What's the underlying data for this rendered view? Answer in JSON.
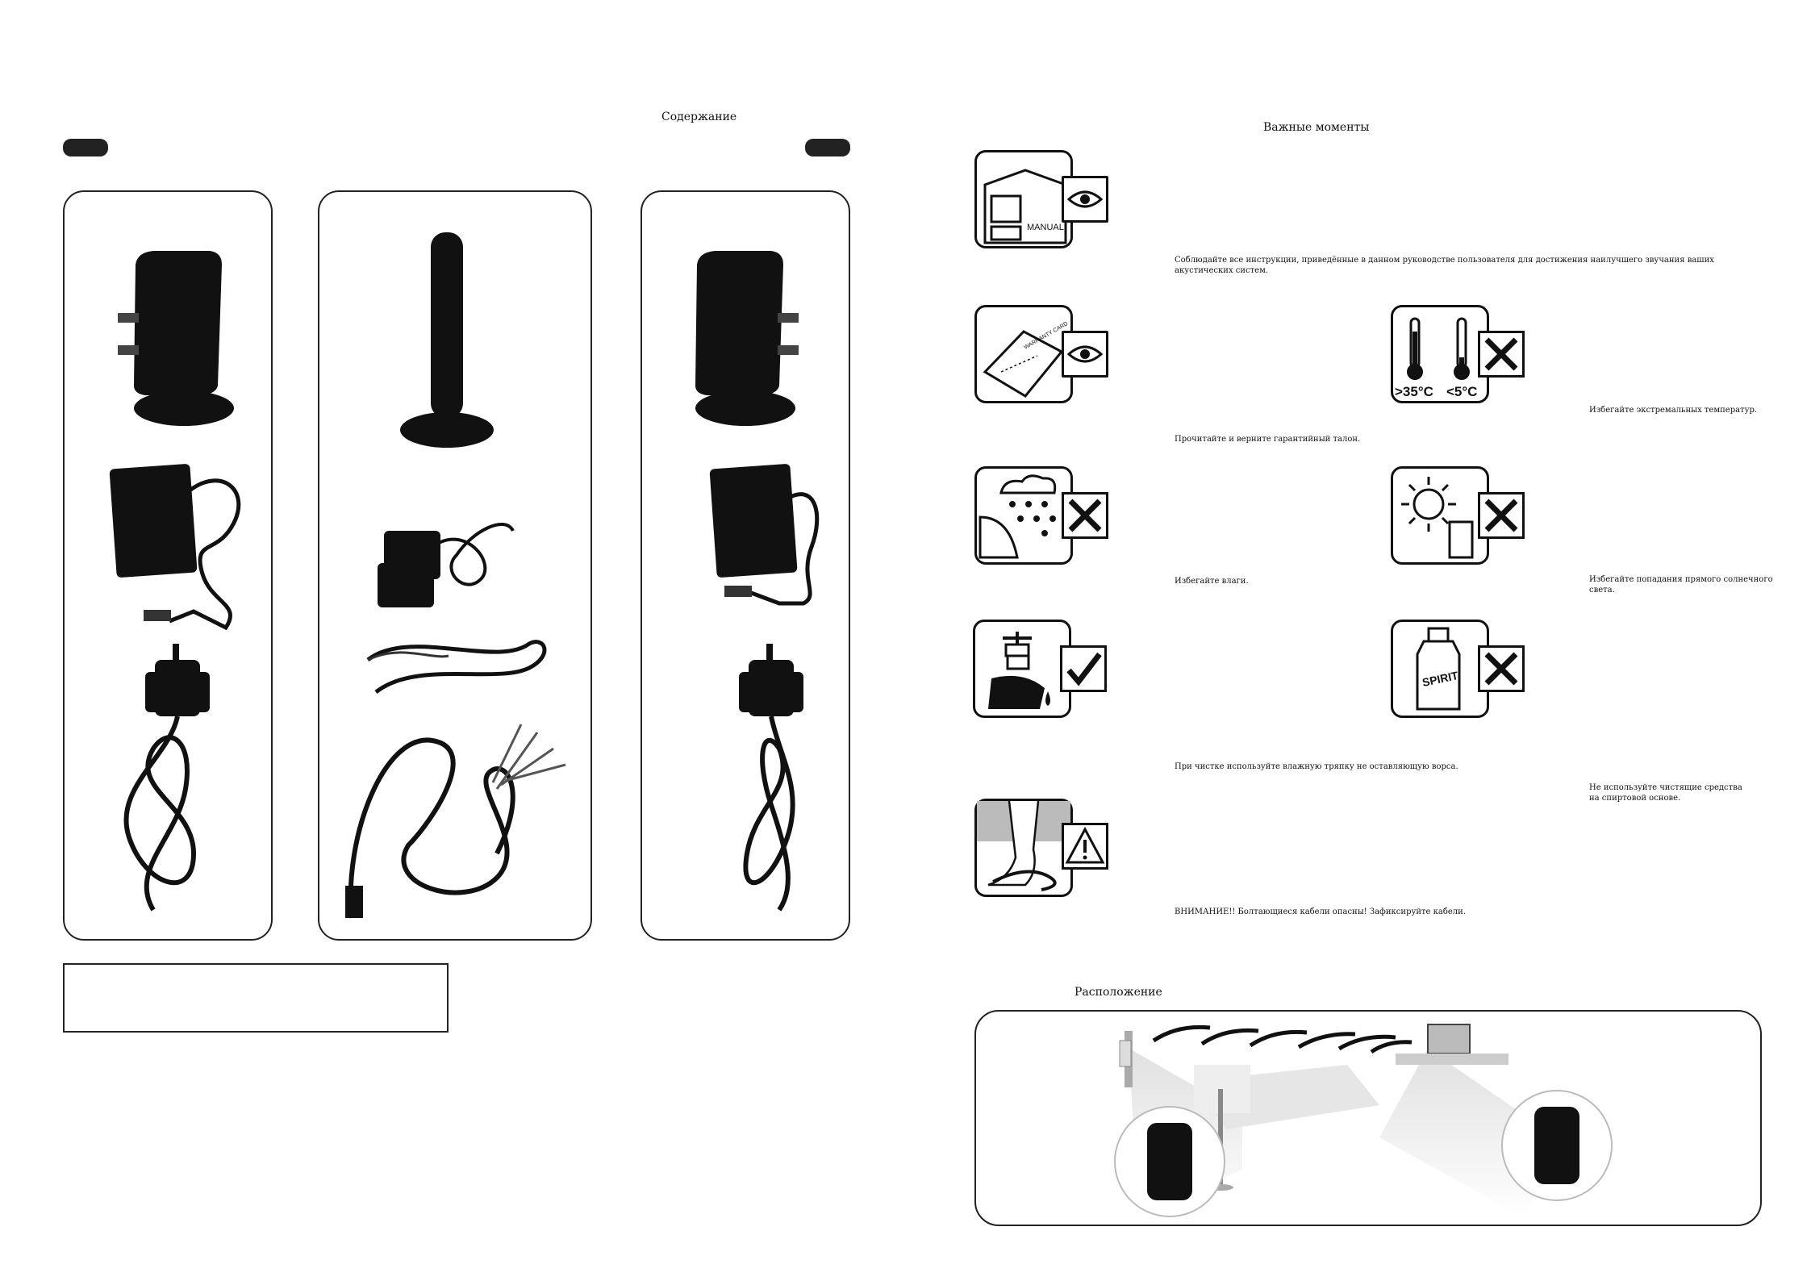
{
  "left_page": {
    "title": "Содержание"
  },
  "right_page": {
    "title": "Важные моменты",
    "notes": {
      "manual": "Соблюдайте все инструкции, приведённые в данном руководстве пользователя для достижения наилучшего звучания ваших акустических систем.",
      "warranty": "Прочитайте и верните гарантийный талон.",
      "temperature": "Избегайте экстремальных температур.",
      "moisture": "Избегайте влаги.",
      "sunlight": "Избегайте попадания прямого солнечного света.",
      "cleaning": "При чистке используйте влажную тряпку не оставляющую ворса.",
      "spirit": "Не используйте чистящие средства на спиртовой основе.",
      "cables": "ВНИМАНИЕ!! Болтающиеся кабели опасны! Зафиксируйте кабели."
    },
    "icon_labels": {
      "manual": "MANUAL",
      "warranty": "WARRANTY CARD",
      "temp_high": ">35°C",
      "temp_low": "<5°C",
      "spirit": "SPIRIT"
    },
    "placement_title": "Расположение"
  }
}
